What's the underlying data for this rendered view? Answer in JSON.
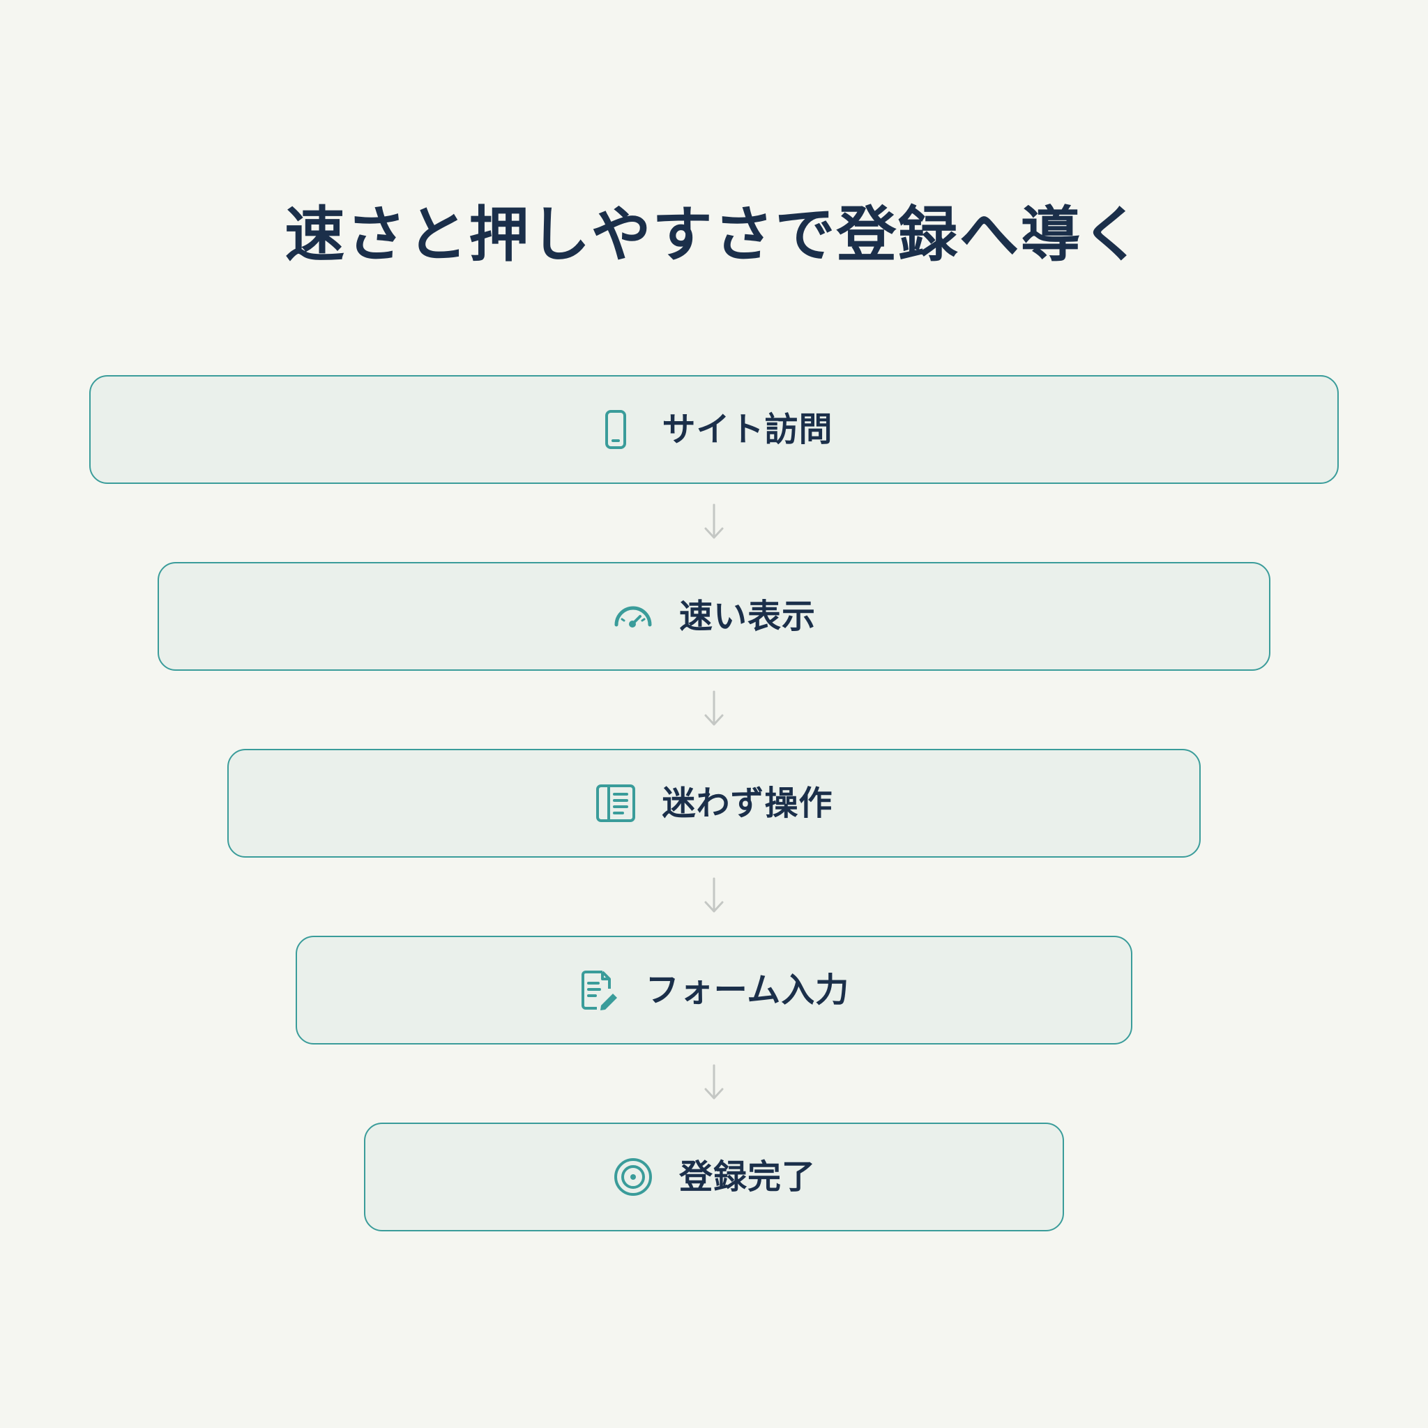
{
  "title": "速さと押しやすさで登録へ導く",
  "colors": {
    "background": "#f5f6f1",
    "box_fill": "#eaf0eb",
    "box_border": "#3a9c9a",
    "icon": "#3a9c9a",
    "text": "#1b2f4a",
    "arrow": "#c4c7c4"
  },
  "steps": [
    {
      "label": "サイト訪問",
      "icon": "smartphone-icon"
    },
    {
      "label": "速い表示",
      "icon": "speedometer-icon"
    },
    {
      "label": "迷わず操作",
      "icon": "list-panel-icon"
    },
    {
      "label": "フォーム入力",
      "icon": "form-edit-icon"
    },
    {
      "label": "登録完了",
      "icon": "target-icon"
    }
  ]
}
